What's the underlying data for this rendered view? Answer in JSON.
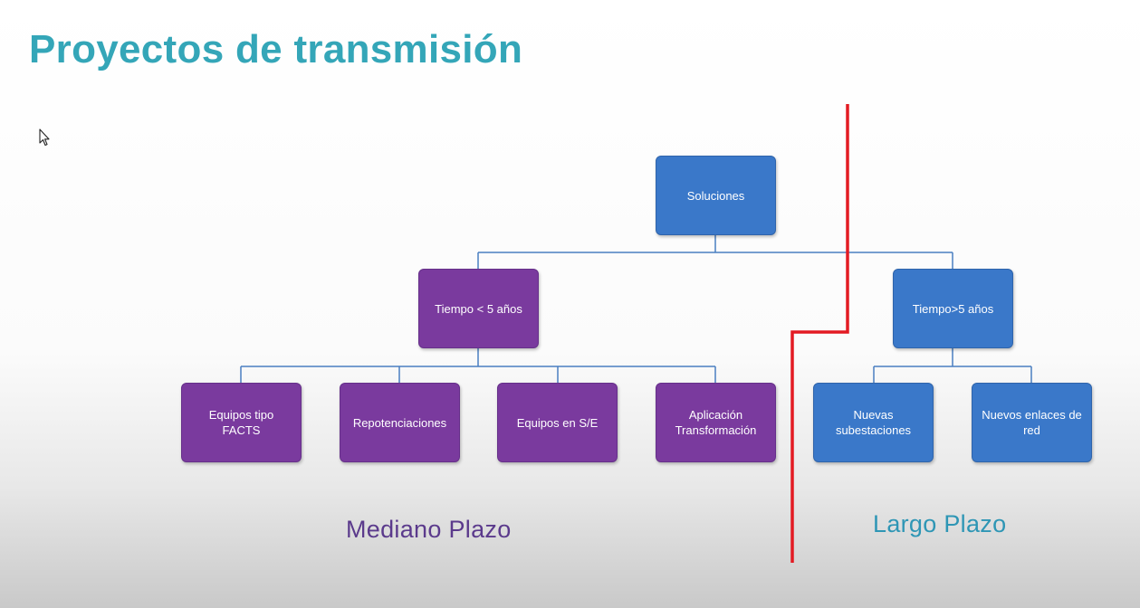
{
  "slide": {
    "title": "Proyectos de transmisión"
  },
  "diagram": {
    "root": "Soluciones",
    "mid_term": {
      "label": "Tiempo < 5 años",
      "children": [
        "Equipos tipo FACTS",
        "Repotenciaciones",
        "Equipos en S/E",
        "Aplicación Transformación"
      ]
    },
    "long_term": {
      "label": "Tiempo>5 años",
      "children": [
        "Nuevas subestaciones",
        "Nuevos enlaces de red"
      ]
    },
    "zones": {
      "mediano": "Mediano Plazo",
      "largo": "Largo Plazo"
    },
    "colors": {
      "title": "#34a6b8",
      "blue_node": "#3a78c9",
      "purple_node": "#7a3a9e",
      "divider": "#e31b23",
      "connector": "#4a7fc1",
      "mediano_label": "#5b3a8c",
      "largo_label": "#2e96b5"
    }
  }
}
